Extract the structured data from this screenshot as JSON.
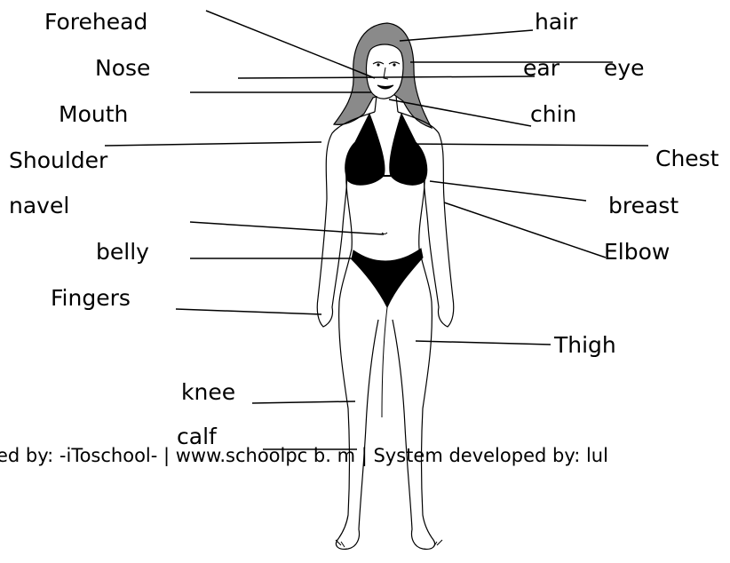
{
  "labels": {
    "forehead": "Forehead",
    "nose": "Nose",
    "mouth": "Mouth",
    "shoulder": "Shoulder",
    "navel": "navel",
    "belly": "belly",
    "fingers": "Fingers",
    "knee": "knee",
    "calf": "calf",
    "hair": "hair",
    "ear": "ear",
    "eye": "eye",
    "chin": "chin",
    "chest": "Chest",
    "breast": "breast",
    "elbow": "Elbow",
    "thigh": "Thigh"
  },
  "footer_text": "ed by: -iToschool- | www.schoolpc   b.   m | System developed by: lul"
}
